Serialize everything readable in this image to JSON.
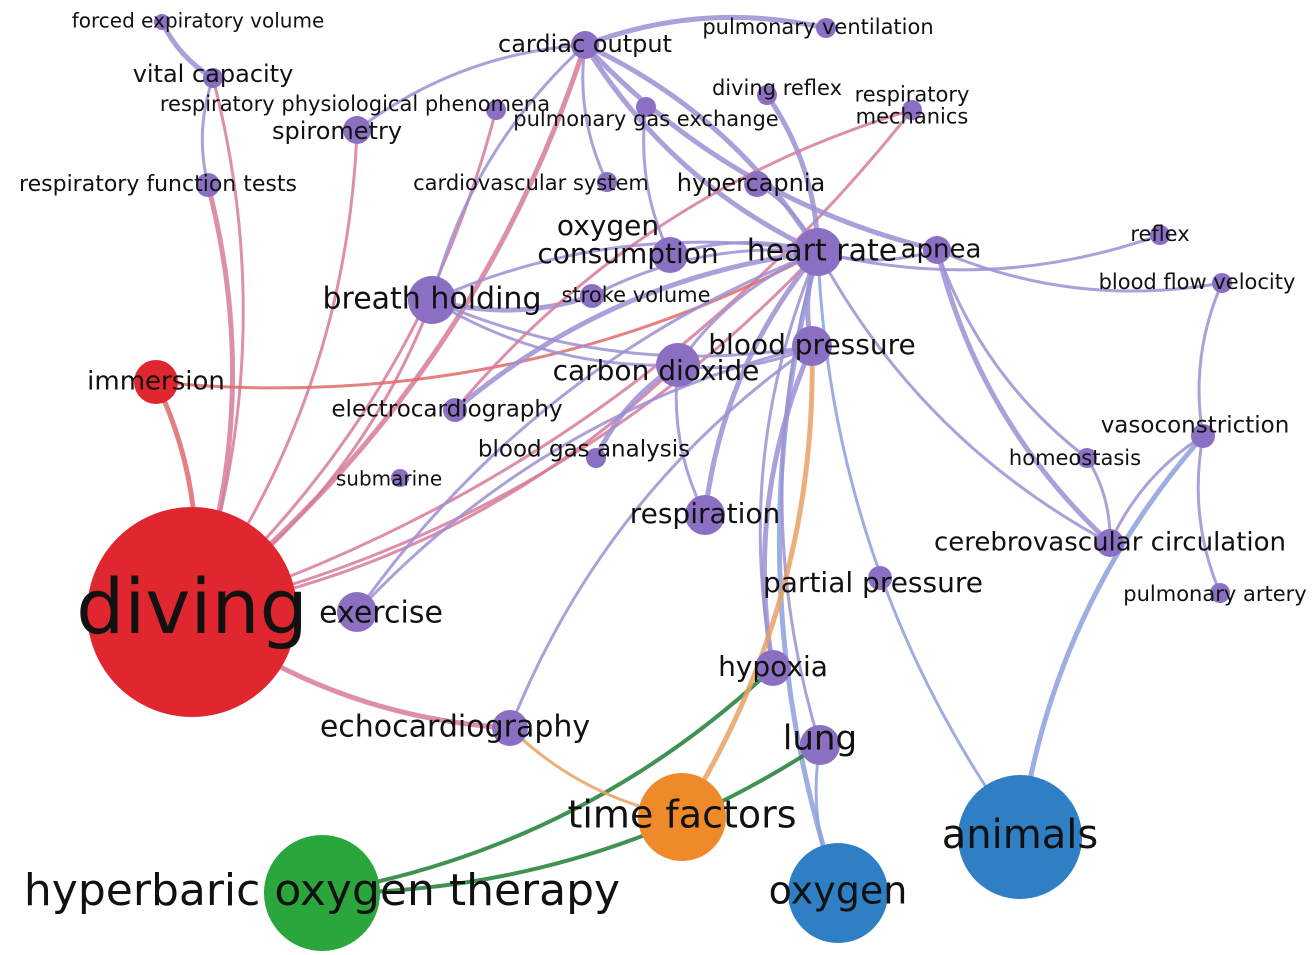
{
  "title": "Keyword co-occurrence network",
  "colors": {
    "red": "#e0262f",
    "green": "#2aa63c",
    "orange": "#ef8a2a",
    "blue": "#2f7fc4",
    "purple": "#8a6fc2",
    "edge_pink": "#d77a9c",
    "edge_purple": "#9d8fd4",
    "edge_green": "#1f7f35",
    "edge_orange": "#e9a163",
    "edge_blue": "#8da0dd",
    "edge_red": "#e06a6a"
  },
  "nodes": [
    {
      "id": "diving",
      "label": "diving",
      "cluster": "red"
    },
    {
      "id": "hbot",
      "label": "hyperbaric oxygen therapy",
      "cluster": "green"
    },
    {
      "id": "timefactors",
      "label": "time factors",
      "cluster": "orange"
    },
    {
      "id": "oxygen",
      "label": "oxygen",
      "cluster": "blue"
    },
    {
      "id": "animals",
      "label": "animals",
      "cluster": "blue"
    },
    {
      "id": "immersion",
      "label": "immersion",
      "cluster": "red"
    },
    {
      "id": "heartrate",
      "label": "heart rate",
      "cluster": "purple"
    },
    {
      "id": "breathholding",
      "label": "breath holding",
      "cluster": "purple"
    },
    {
      "id": "co2",
      "label": "carbon dioxide",
      "cluster": "purple"
    },
    {
      "id": "bp",
      "label": "blood pressure",
      "cluster": "purple"
    },
    {
      "id": "o2cons",
      "label": "oxygen consumption",
      "cluster": "purple"
    },
    {
      "id": "respiration",
      "label": "respiration",
      "cluster": "purple"
    },
    {
      "id": "exercise",
      "label": "exercise",
      "cluster": "purple"
    },
    {
      "id": "hypoxia",
      "label": "hypoxia",
      "cluster": "purple"
    },
    {
      "id": "lung",
      "label": "lung",
      "cluster": "purple"
    },
    {
      "id": "echo",
      "label": "echocardiography",
      "cluster": "purple"
    },
    {
      "id": "cardiacoutput",
      "label": "cardiac output",
      "cluster": "purple"
    },
    {
      "id": "spirometry",
      "label": "spirometry",
      "cluster": "purple"
    },
    {
      "id": "vitalcap",
      "label": "vital capacity",
      "cluster": "purple"
    },
    {
      "id": "fev",
      "label": "forced  expiratory volume",
      "cluster": "purple"
    },
    {
      "id": "rpp",
      "label": "respiratory physiological phenomena",
      "cluster": "purple"
    },
    {
      "id": "rft",
      "label": "respiratory function tests",
      "cluster": "purple"
    },
    {
      "id": "pulmvent",
      "label": "pulmonary ventilation",
      "cluster": "purple"
    },
    {
      "id": "divingreflex",
      "label": "diving reflex",
      "cluster": "purple"
    },
    {
      "id": "pge",
      "label": "pulmonary gas exchange",
      "cluster": "purple"
    },
    {
      "id": "respmech",
      "label": "respiratory mechanics",
      "cluster": "purple"
    },
    {
      "id": "cvs",
      "label": "cardiovascular system",
      "cluster": "purple"
    },
    {
      "id": "hypercapnia",
      "label": "hypercapnia",
      "cluster": "purple"
    },
    {
      "id": "apnea",
      "label": "apnea",
      "cluster": "purple"
    },
    {
      "id": "reflex",
      "label": "reflex",
      "cluster": "purple"
    },
    {
      "id": "bfv",
      "label": "blood flow velocity",
      "cluster": "purple"
    },
    {
      "id": "strokevol",
      "label": "stroke volume",
      "cluster": "purple"
    },
    {
      "id": "ecg",
      "label": "electrocardiography",
      "cluster": "purple"
    },
    {
      "id": "bga",
      "label": "blood gas analysis",
      "cluster": "purple"
    },
    {
      "id": "submarine",
      "label": "submarine",
      "cluster": "purple"
    },
    {
      "id": "homeostasis",
      "label": "homeostasis",
      "cluster": "purple"
    },
    {
      "id": "vasocon",
      "label": "vasoconstriction",
      "cluster": "purple"
    },
    {
      "id": "cvc",
      "label": "cerebrovascular circulation",
      "cluster": "purple"
    },
    {
      "id": "pp",
      "label": "partial pressure",
      "cluster": "purple"
    },
    {
      "id": "pulmart",
      "label": "pulmonary artery",
      "cluster": "purple"
    }
  ],
  "edges": [
    [
      "diving",
      "immersion",
      "edge_red"
    ],
    [
      "diving",
      "spirometry",
      "edge_pink"
    ],
    [
      "diving",
      "vitalcap",
      "edge_pink"
    ],
    [
      "diving",
      "rft",
      "edge_pink"
    ],
    [
      "diving",
      "rpp",
      "edge_pink"
    ],
    [
      "diving",
      "heartrate",
      "edge_pink"
    ],
    [
      "diving",
      "echo",
      "edge_pink"
    ],
    [
      "diving",
      "respmech",
      "edge_pink"
    ],
    [
      "diving",
      "breathholding",
      "edge_pink"
    ],
    [
      "diving",
      "cardiacoutput",
      "edge_pink"
    ],
    [
      "diving",
      "co2",
      "edge_pink"
    ],
    [
      "immersion",
      "heartrate",
      "edge_red"
    ],
    [
      "fev",
      "vitalcap",
      "edge_purple"
    ],
    [
      "vitalcap",
      "rft",
      "edge_purple"
    ],
    [
      "heartrate",
      "breathholding",
      "edge_purple"
    ],
    [
      "heartrate",
      "bp",
      "edge_purple"
    ],
    [
      "heartrate",
      "co2",
      "edge_purple"
    ],
    [
      "heartrate",
      "o2cons",
      "edge_purple"
    ],
    [
      "heartrate",
      "respiration",
      "edge_purple"
    ],
    [
      "heartrate",
      "apnea",
      "edge_purple"
    ],
    [
      "heartrate",
      "hypercapnia",
      "edge_purple"
    ],
    [
      "heartrate",
      "cardiacoutput",
      "edge_purple"
    ],
    [
      "heartrate",
      "strokevol",
      "edge_purple"
    ],
    [
      "heartrate",
      "cvc",
      "edge_purple"
    ],
    [
      "heartrate",
      "oxygen",
      "edge_blue"
    ],
    [
      "heartrate",
      "animals",
      "edge_blue"
    ],
    [
      "heartrate",
      "reflex",
      "edge_purple"
    ],
    [
      "heartrate",
      "ecg",
      "edge_purple"
    ],
    [
      "heartrate",
      "hypoxia",
      "edge_purple"
    ],
    [
      "heartrate",
      "lung",
      "edge_purple"
    ],
    [
      "heartrate",
      "divingreflex",
      "edge_purple"
    ],
    [
      "heartrate",
      "exercise",
      "edge_purple"
    ],
    [
      "cardiacoutput",
      "breathholding",
      "edge_purple"
    ],
    [
      "cardiacoutput",
      "apnea",
      "edge_purple"
    ],
    [
      "cardiacoutput",
      "spirometry",
      "edge_purple"
    ],
    [
      "cardiacoutput",
      "cvs",
      "edge_purple"
    ],
    [
      "cardiacoutput",
      "heartrate",
      "edge_purple"
    ],
    [
      "breathholding",
      "co2",
      "edge_purple"
    ],
    [
      "breathholding",
      "bp",
      "edge_purple"
    ],
    [
      "breathholding",
      "strokevol",
      "edge_purple"
    ],
    [
      "co2",
      "bp",
      "edge_purple"
    ],
    [
      "co2",
      "respiration",
      "edge_purple"
    ],
    [
      "co2",
      "bga",
      "edge_purple"
    ],
    [
      "bp",
      "exercise",
      "edge_purple"
    ],
    [
      "bp",
      "echo",
      "edge_purple"
    ],
    [
      "bp",
      "hypoxia",
      "edge_purple"
    ],
    [
      "apnea",
      "bfv",
      "edge_purple"
    ],
    [
      "apnea",
      "homeostasis",
      "edge_purple"
    ],
    [
      "apnea",
      "cvc",
      "edge_purple"
    ],
    [
      "bfv",
      "vasocon",
      "edge_purple"
    ],
    [
      "vasocon",
      "cvc",
      "edge_purple"
    ],
    [
      "vasocon",
      "animals",
      "edge_blue"
    ],
    [
      "vasocon",
      "pulmart",
      "edge_purple"
    ],
    [
      "cvc",
      "homeostasis",
      "edge_purple"
    ],
    [
      "pulmvent",
      "cardiacoutput",
      "edge_purple"
    ],
    [
      "respmech",
      "ecg",
      "edge_pink"
    ],
    [
      "pge",
      "o2cons",
      "edge_purple"
    ],
    [
      "hbot",
      "hypoxia",
      "edge_green"
    ],
    [
      "hbot",
      "lung",
      "edge_green"
    ],
    [
      "echo",
      "timefactors",
      "edge_orange"
    ],
    [
      "timefactors",
      "bp",
      "edge_orange"
    ],
    [
      "lung",
      "oxygen",
      "edge_blue"
    ]
  ]
}
